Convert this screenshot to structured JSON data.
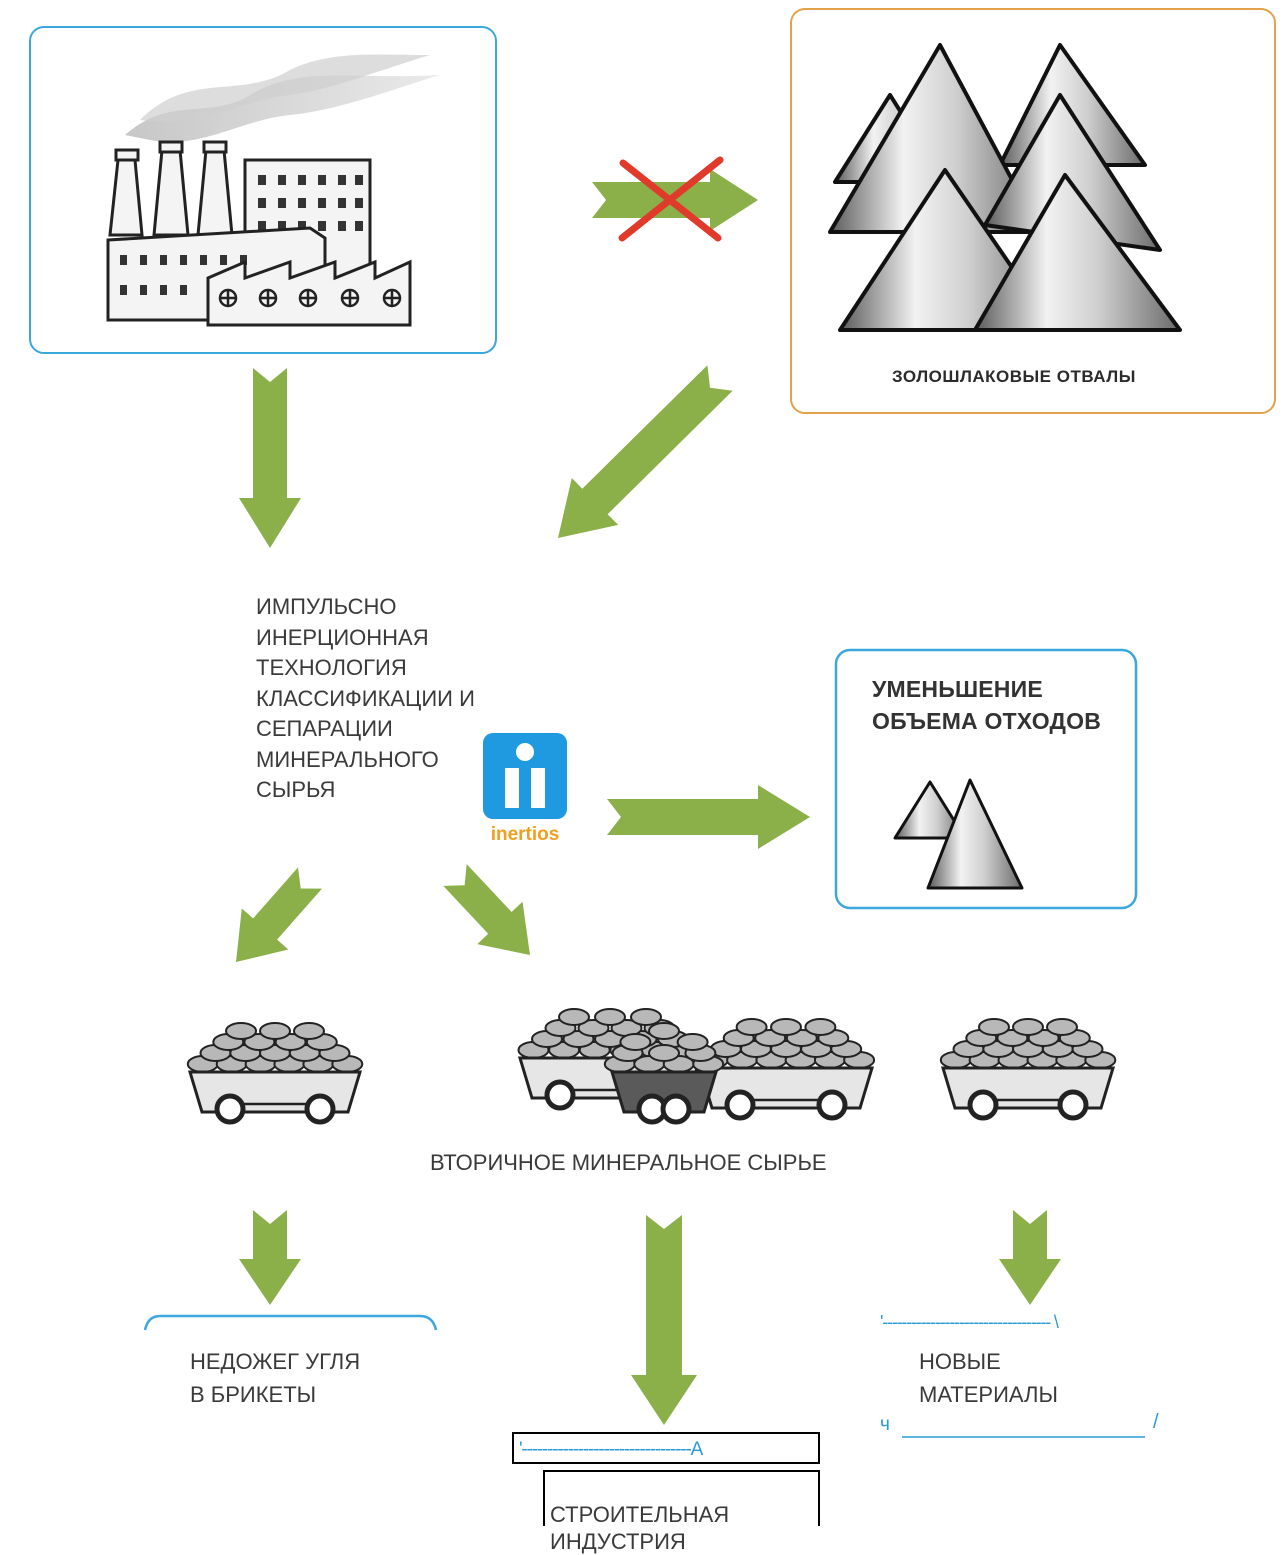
{
  "labels": {
    "dumps": "ЗОЛОШЛАКОВЫЕ ОТВАЛЫ",
    "technology": "ИМПУЛЬСНО\nИНЕРЦИОННАЯ\nТЕХНОЛОГИЯ\nКЛАССИФИКАЦИИ И\nСЕПАРАЦИИ\nМИНЕРАЛЬНОГО\nСЫРЬЯ",
    "reduction": "УМЕНЬШЕНИЕ\nОБЪЕМА ОТХОДОВ",
    "logo_text": "inertios",
    "secondary": "ВТОРИЧНОЕ МИНЕРАЛЬНОЕ СЫРЬЕ",
    "underburn": "НЕДОЖЕГ УГЛЯ\nВ БРИКЕТЫ",
    "construction": "СТРОИТЕЛЬНАЯ\nИНДУСТРИЯ",
    "new_materials": "НОВЫЕ\nМАТЕРИАЛЫ"
  },
  "artifacts": {
    "construction_top": "'---------------------------------A",
    "new_top": "'----------------------------------- \\",
    "new_bottom_left": "ч",
    "new_bottom_right": "/"
  },
  "colors": {
    "arrow": "#8bb04a",
    "blue_border": "#3aa8dc",
    "orange_border": "#e3a14a",
    "cross": "#e03a2a",
    "logo_blue": "#1f9ae0",
    "logo_orange": "#f0a020"
  }
}
